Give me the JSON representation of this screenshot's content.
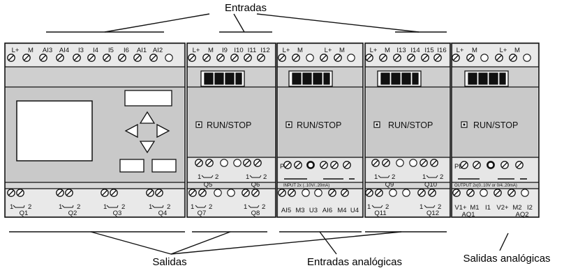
{
  "callouts": {
    "inputs": "Entradas",
    "outputs": "Salidas",
    "analog_inputs": "Entradas analógicas",
    "analog_outputs": "Salidas analógicas"
  },
  "base_module": {
    "top_terminals": [
      "L+",
      "M",
      "AI3",
      "AI4",
      "I3",
      "I4",
      "I5",
      "I6",
      "AI1",
      "AI2"
    ],
    "bottom_outputs": [
      "Q1",
      "Q2",
      "Q3",
      "Q4"
    ]
  },
  "di_module_1": {
    "top_terminals": [
      "L+",
      "M",
      "I9",
      "I10",
      "I11",
      "I12"
    ],
    "mid_outputs": [
      "Q5",
      "Q6"
    ],
    "bottom_outputs": [
      "Q7",
      "Q8"
    ],
    "run_stop": "RUN/STOP"
  },
  "ai_module": {
    "top_terminals": [
      "L+",
      "M",
      "L+",
      "M"
    ],
    "pe": "PE",
    "input_spec": "INPUT 2x (..10V/..20mA)",
    "bottom_terminals": [
      "AI5",
      "M3",
      "U3",
      "AI6",
      "M4",
      "U4"
    ],
    "run_stop": "RUN/STOP"
  },
  "di_module_2": {
    "top_terminals": [
      "L+",
      "M",
      "I13",
      "I14",
      "I15",
      "I16"
    ],
    "mid_outputs": [
      "Q9",
      "Q10"
    ],
    "bottom_outputs": [
      "Q11",
      "Q12"
    ],
    "run_stop": "RUN/STOP"
  },
  "ao_module": {
    "top_terminals": [
      "L+",
      "M",
      "L+",
      "M"
    ],
    "pe": "PE",
    "output_spec": "OUTPUT 2x(0..10V or 0/4..20mA)",
    "bottom_terminals": [
      "V1+",
      "M1",
      "I1",
      "V2+",
      "M2",
      "I2"
    ],
    "bottom_groups": [
      "AQ1",
      "AQ2"
    ],
    "run_stop": "RUN/STOP"
  },
  "contact_numbers": {
    "left": "1",
    "right": "2"
  }
}
